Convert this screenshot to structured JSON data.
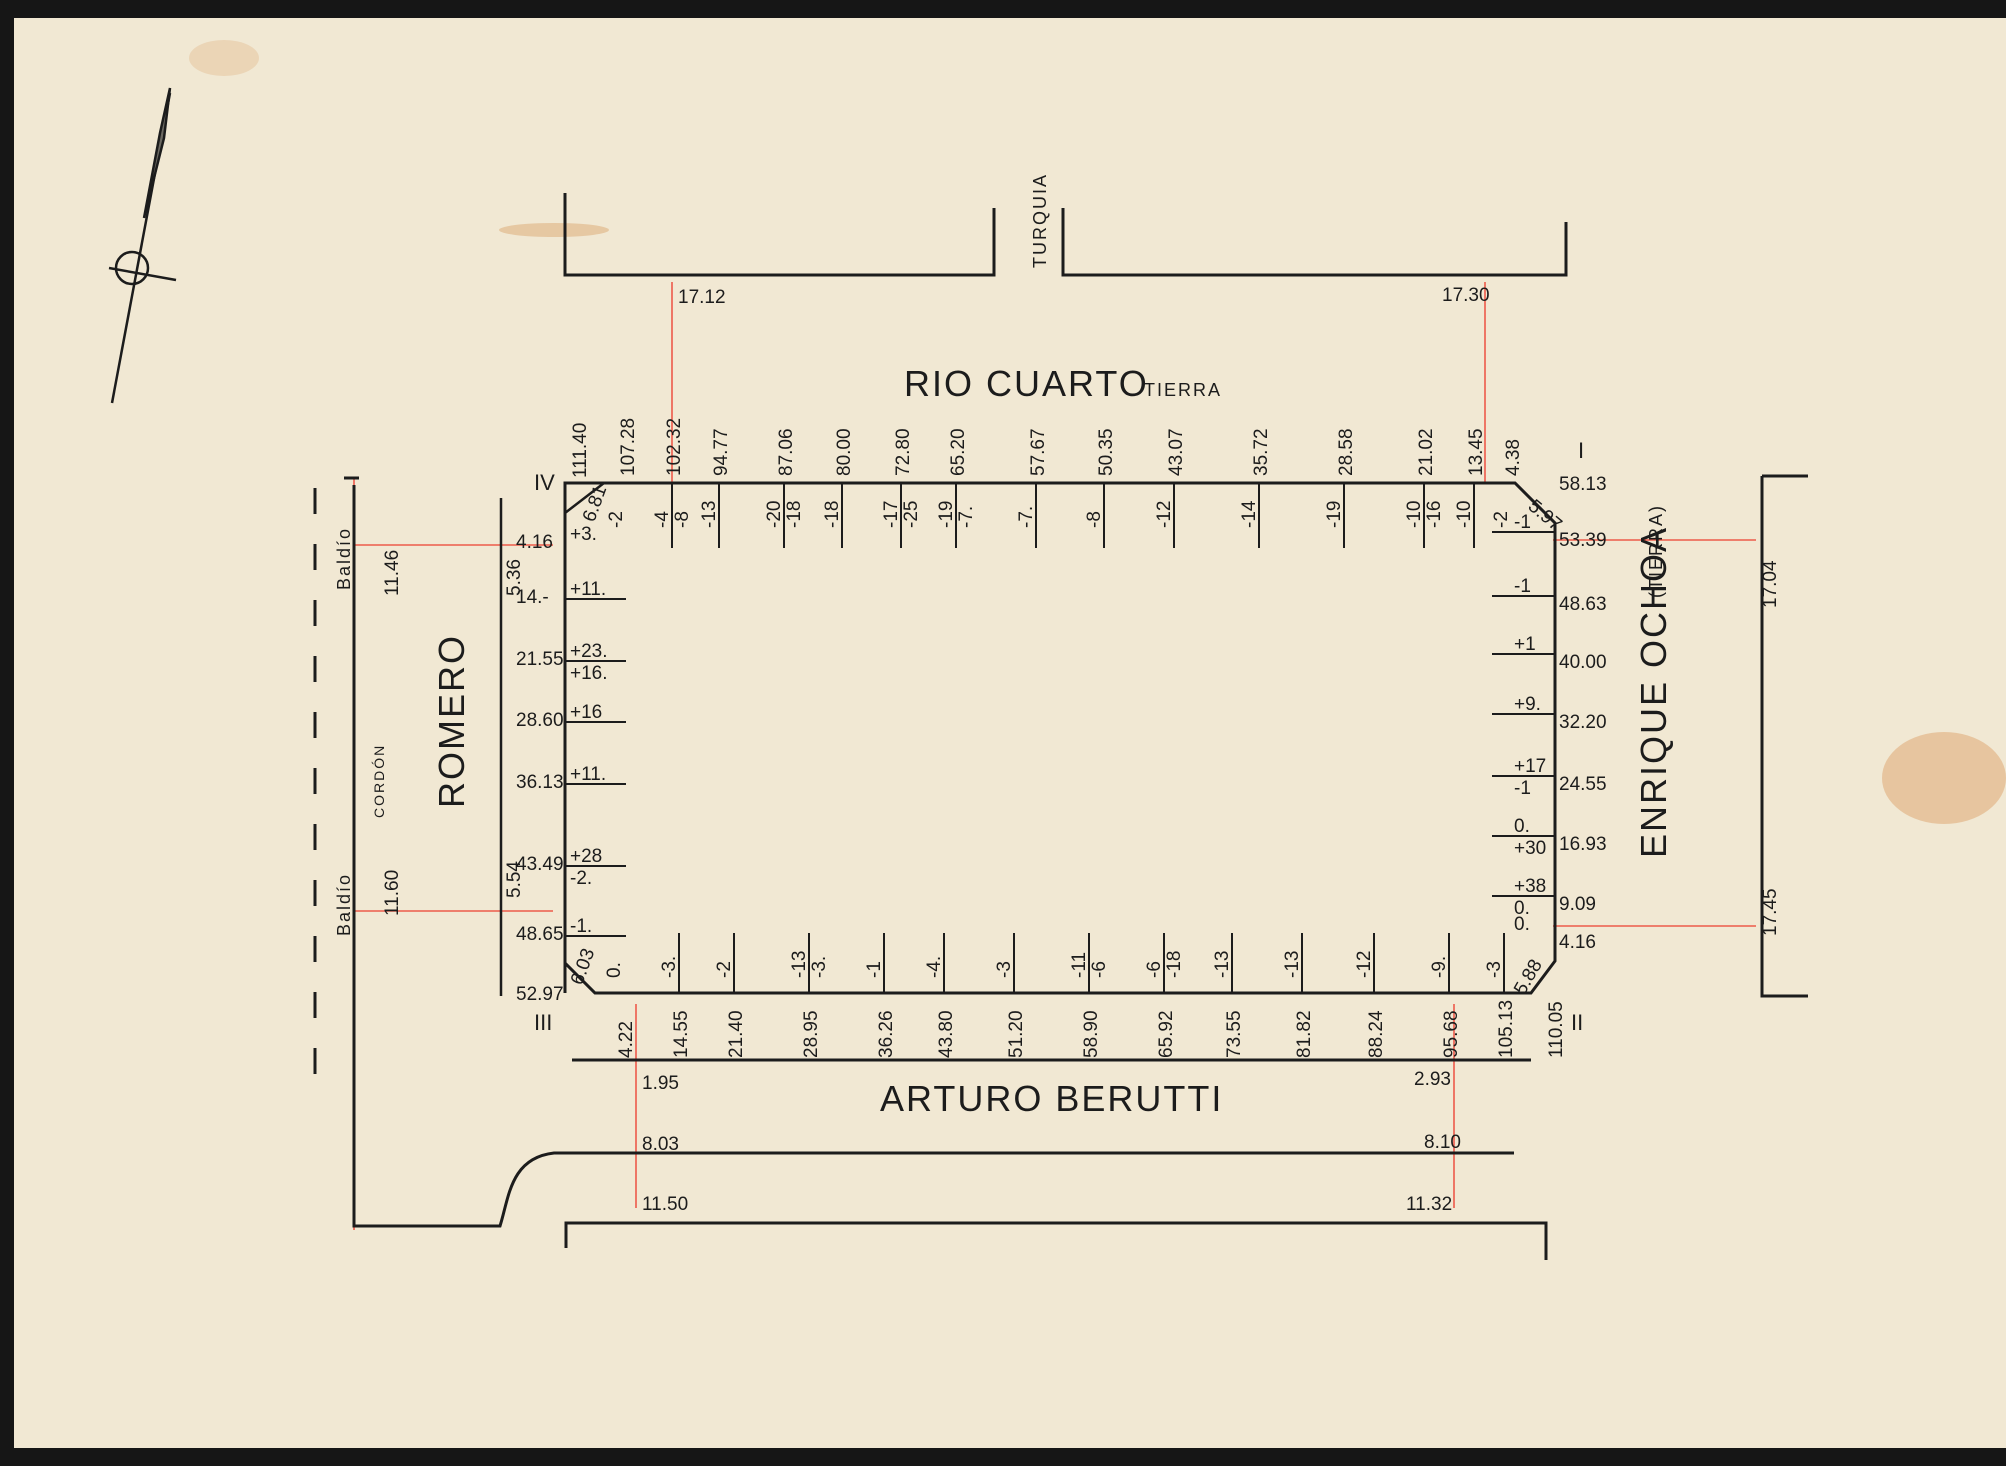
{
  "streets": {
    "north": "RIO CUARTO",
    "north_note": "TIERRA",
    "south": "ARTURO BERUTTI",
    "west": "ROMERO",
    "east": "ENRIQUE OCHOA",
    "east_note": "(TIERRA)",
    "cross_north": "TURQUIA"
  },
  "west_notes": {
    "baldio_top": "Baldío",
    "baldio_bottom": "Baldío",
    "cordon": "CORDÓN"
  },
  "corners": {
    "ne": "I",
    "se": "II",
    "sw": "III",
    "nw": "IV"
  },
  "corner_values": {
    "nw_top": "111.40",
    "nw_chamfer": "6.81",
    "sw_chamfer": "6.03",
    "ne_chamfer": "5.97",
    "se_chamfer": "5.88"
  },
  "north_side": [
    {
      "dist": "107.28",
      "top": "-2",
      "bottom": ""
    },
    {
      "dist": "102.32",
      "top": "-4",
      "bottom": "-8"
    },
    {
      "dist": "94.77",
      "top": "-13",
      "bottom": ""
    },
    {
      "dist": "87.06",
      "top": "-20",
      "bottom": "-18"
    },
    {
      "dist": "80.00",
      "top": "-18",
      "bottom": ""
    },
    {
      "dist": "72.80",
      "top": "-17",
      "bottom": "-25"
    },
    {
      "dist": "65.20",
      "top": "-19",
      "bottom": "-7."
    },
    {
      "dist": "57.67",
      "top": "-7.",
      "bottom": ""
    },
    {
      "dist": "50.35",
      "top": "-8",
      "bottom": ""
    },
    {
      "dist": "43.07",
      "top": "-12",
      "bottom": ""
    },
    {
      "dist": "35.72",
      "top": "-14",
      "bottom": ""
    },
    {
      "dist": "28.58",
      "top": "-19",
      "bottom": ""
    },
    {
      "dist": "21.02",
      "top": "-10",
      "bottom": "-16"
    },
    {
      "dist": "13.45",
      "top": "-10",
      "bottom": ""
    },
    {
      "dist": "4.38",
      "top": "-2",
      "bottom": ""
    }
  ],
  "east_side": [
    {
      "dist": "58.13",
      "top": "",
      "bottom": ""
    },
    {
      "dist": "53.39",
      "top": "-1",
      "bottom": ""
    },
    {
      "dist": "48.63",
      "top": "-1",
      "bottom": ""
    },
    {
      "dist": "40.00",
      "top": "+1",
      "bottom": ""
    },
    {
      "dist": "32.20",
      "top": "+9.",
      "bottom": ""
    },
    {
      "dist": "24.55",
      "top": "+17",
      "bottom": "-1"
    },
    {
      "dist": "16.93",
      "top": "0.",
      "bottom": "+30"
    },
    {
      "dist": "9.09",
      "top": "+38",
      "bottom": "0."
    },
    {
      "dist": "4.16",
      "top": "0.",
      "bottom": ""
    }
  ],
  "south_side": [
    {
      "dist": "4.22",
      "top": "0."
    },
    {
      "dist": "14.55",
      "top": "-3."
    },
    {
      "dist": "21.40",
      "top": "-2"
    },
    {
      "dist": "28.95",
      "top": "-13",
      "top2": "-3."
    },
    {
      "dist": "36.26",
      "top": "-1"
    },
    {
      "dist": "43.80",
      "top": "-4."
    },
    {
      "dist": "51.20",
      "top": "-3"
    },
    {
      "dist": "58.90",
      "top": "-11",
      "top2": "-6"
    },
    {
      "dist": "65.92",
      "top": "-6",
      "top2": "-18"
    },
    {
      "dist": "73.55",
      "top": "-13"
    },
    {
      "dist": "81.82",
      "top": "-13"
    },
    {
      "dist": "88.24",
      "top": "-12"
    },
    {
      "dist": "95.68",
      "top": "-9."
    },
    {
      "dist": "105.13",
      "top": "-3"
    },
    {
      "dist": "110.05",
      "top": ""
    }
  ],
  "west_side": [
    {
      "dist": "4.16",
      "top": "+3."
    },
    {
      "dist": "14.-",
      "top": "+11."
    },
    {
      "dist": "21.55",
      "top": "+23.",
      "bottom": "+16."
    },
    {
      "dist": "28.60",
      "top": "+16"
    },
    {
      "dist": "36.13",
      "top": "+11."
    },
    {
      "dist": "43.49",
      "top": "+28",
      "bottom": "-2."
    },
    {
      "dist": "48.65",
      "top": "-1."
    },
    {
      "dist": "52.97",
      "top": ""
    }
  ],
  "offsets": {
    "north_left": "17.12",
    "north_right": "17.30",
    "west_top": "11.46",
    "west_bottom": "11.60",
    "west_inner_top": "5.36",
    "west_inner_bottom": "5.54",
    "east_top": "17.04",
    "east_bottom": "17.45",
    "south_inner_left": "1.95",
    "south_inner_right": "2.93",
    "south_mid_left": "8.03",
    "south_mid_right": "8.10",
    "south_outer_left": "11.50",
    "south_outer_right": "11.32"
  }
}
